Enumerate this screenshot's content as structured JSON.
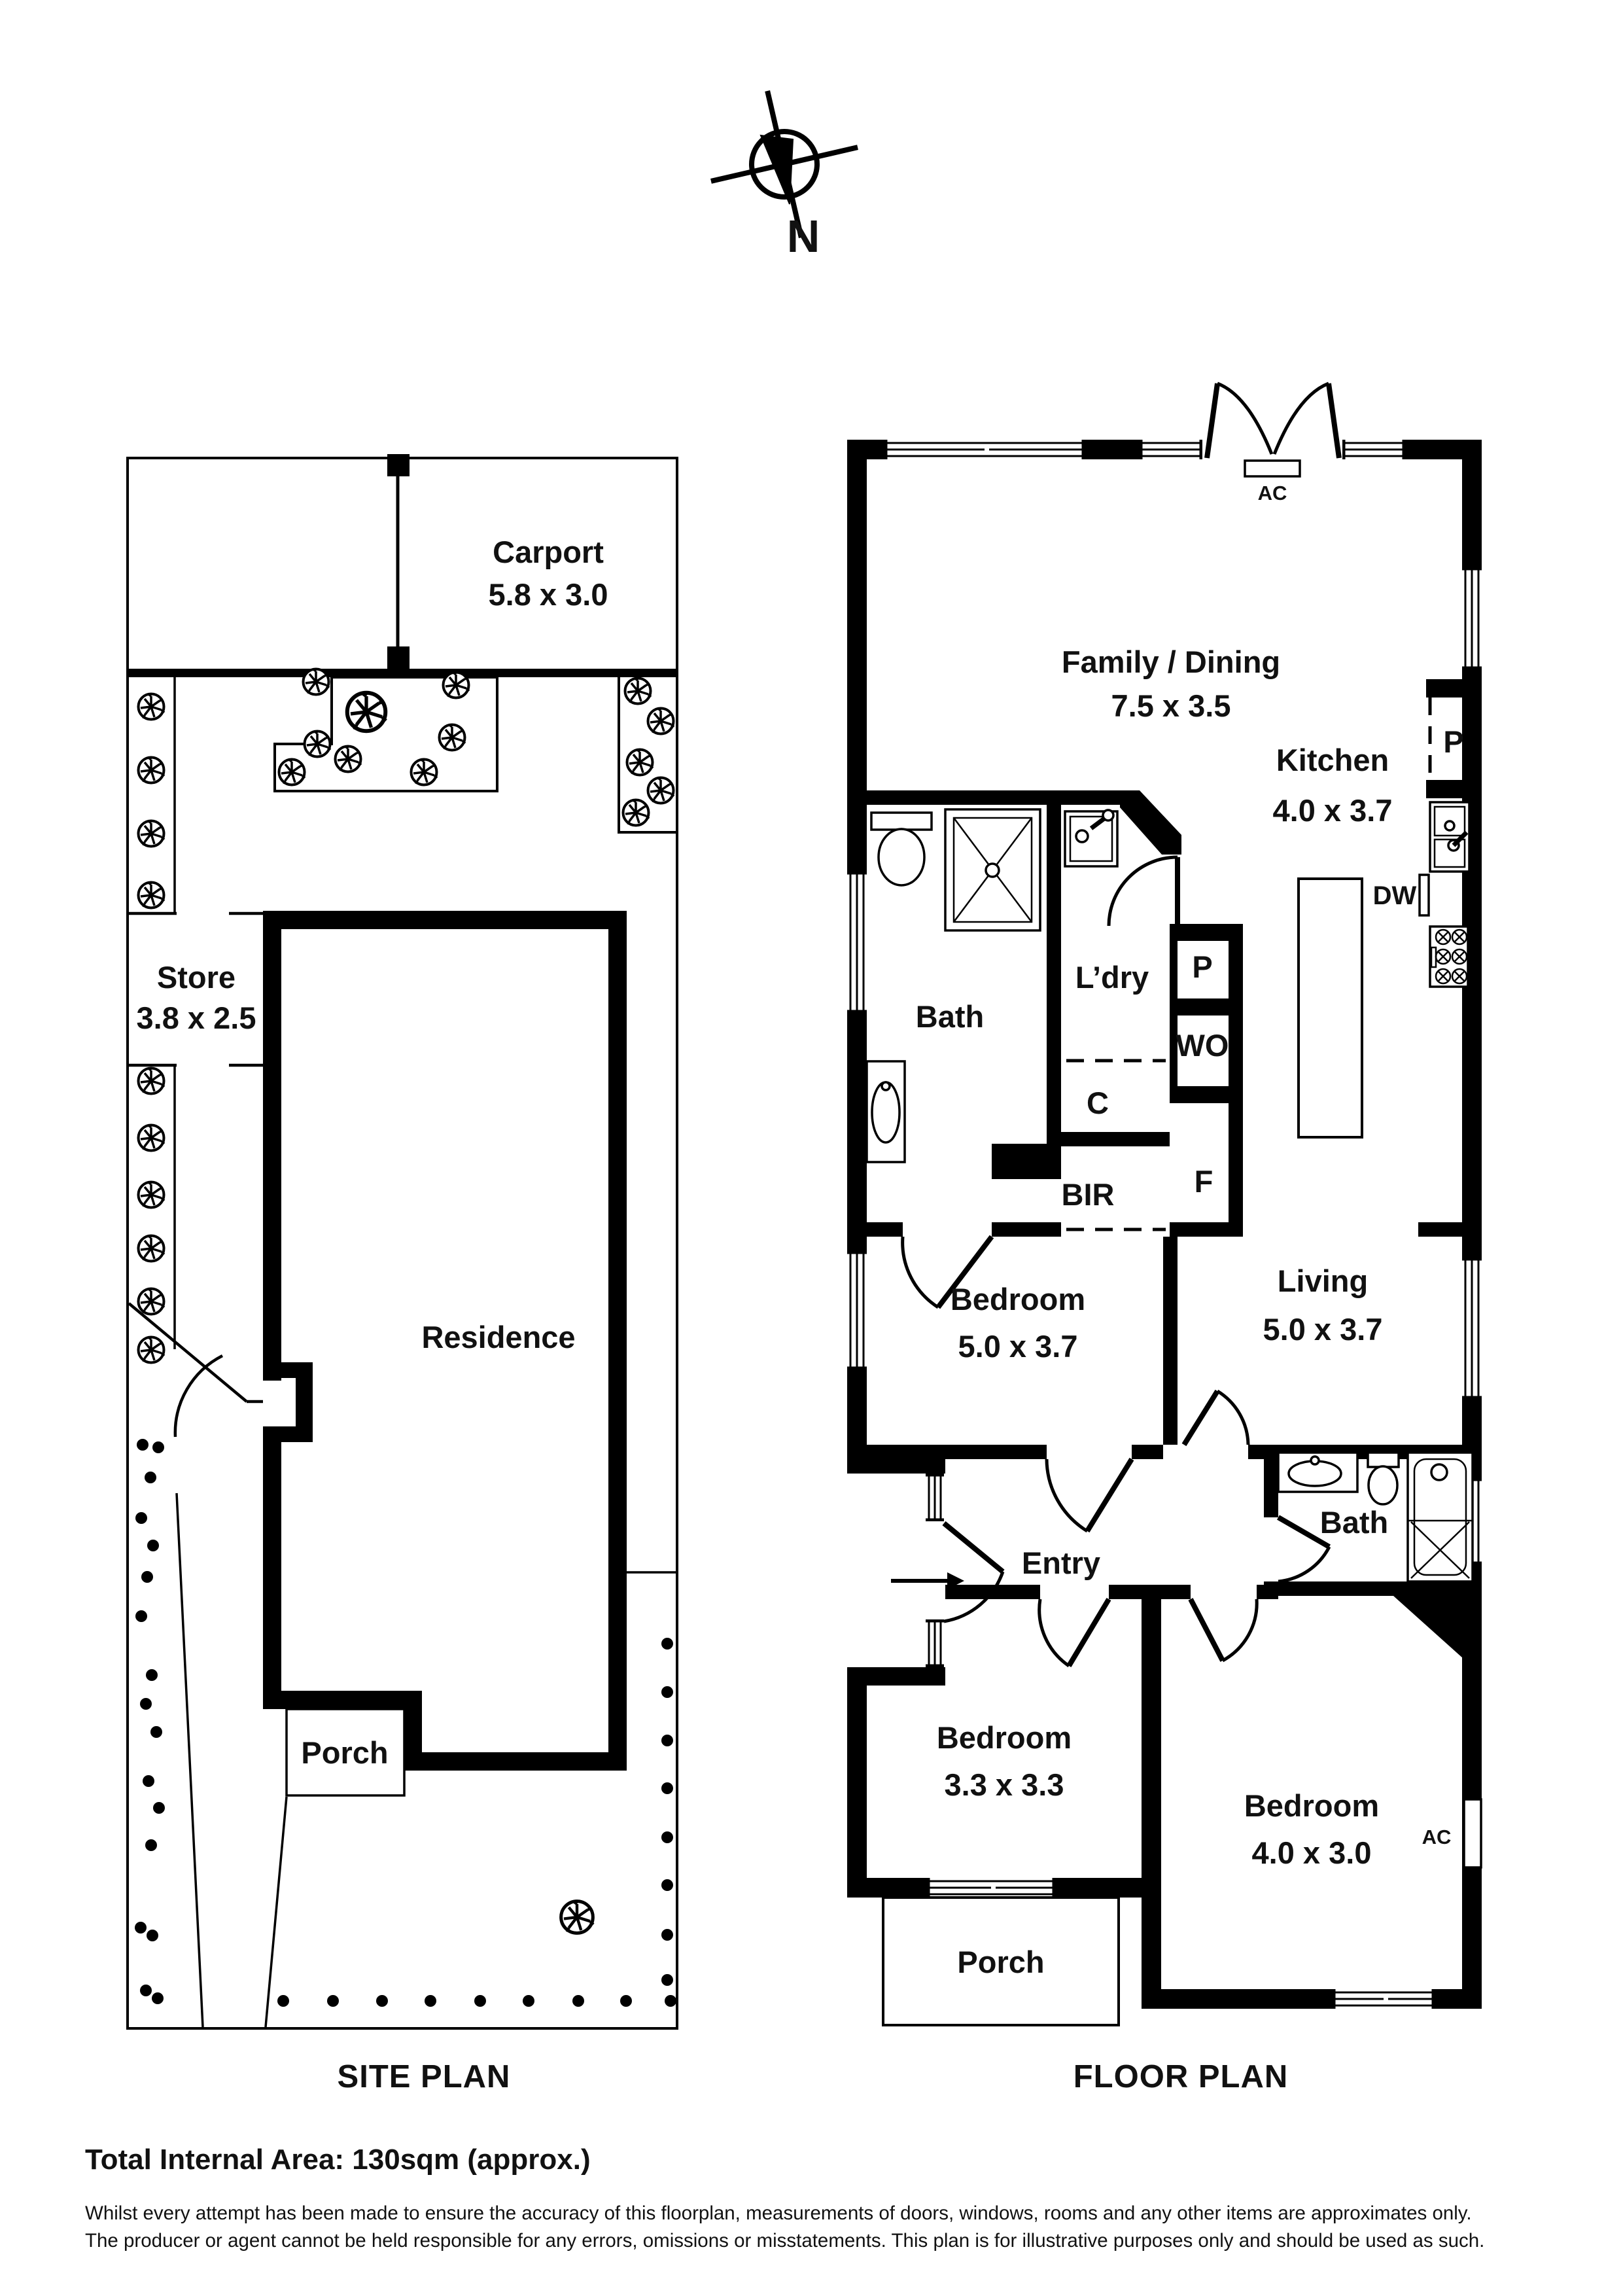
{
  "compass": {
    "label": "N"
  },
  "site_plan": {
    "title": "SITE PLAN",
    "carport": {
      "name": "Carport",
      "dims": "5.8 x 3.0"
    },
    "store": {
      "name": "Store",
      "dims": "3.8 x 2.5"
    },
    "residence": {
      "name": "Residence"
    },
    "porch": {
      "name": "Porch"
    }
  },
  "floor_plan": {
    "title": "FLOOR PLAN",
    "family_dining": {
      "name": "Family / Dining",
      "dims": "7.5 x 3.5"
    },
    "kitchen": {
      "name": "Kitchen",
      "dims": "4.0 x 3.7"
    },
    "bath1": {
      "name": "Bath"
    },
    "laundry": {
      "name": "L’dry"
    },
    "bedroom1": {
      "name": "Bedroom",
      "dims": "5.0 x 3.7"
    },
    "living": {
      "name": "Living",
      "dims": "5.0 x 3.7"
    },
    "entry": {
      "name": "Entry"
    },
    "bath2": {
      "name": "Bath"
    },
    "bedroom2": {
      "name": "Bedroom",
      "dims": "3.3 x 3.3"
    },
    "bedroom3": {
      "name": "Bedroom",
      "dims": "4.0 x 3.0"
    },
    "porch": {
      "name": "Porch"
    },
    "tags": {
      "ac": "AC",
      "pantry": "P",
      "wall_oven": "WO",
      "cupboard": "C",
      "bir": "BIR",
      "fridge": "F",
      "dishwasher": "DW"
    }
  },
  "footer": {
    "area": "Total Internal Area: 130sqm (approx.)",
    "disclaimer1": "Whilst every attempt has been made to ensure the accuracy of this floorplan, measurements of doors, windows, rooms and any other items are approximates only.",
    "disclaimer2": "The producer or agent cannot be held responsible for any errors, omissions or misstatements. This plan is for illustrative purposes only and should be used as such."
  }
}
